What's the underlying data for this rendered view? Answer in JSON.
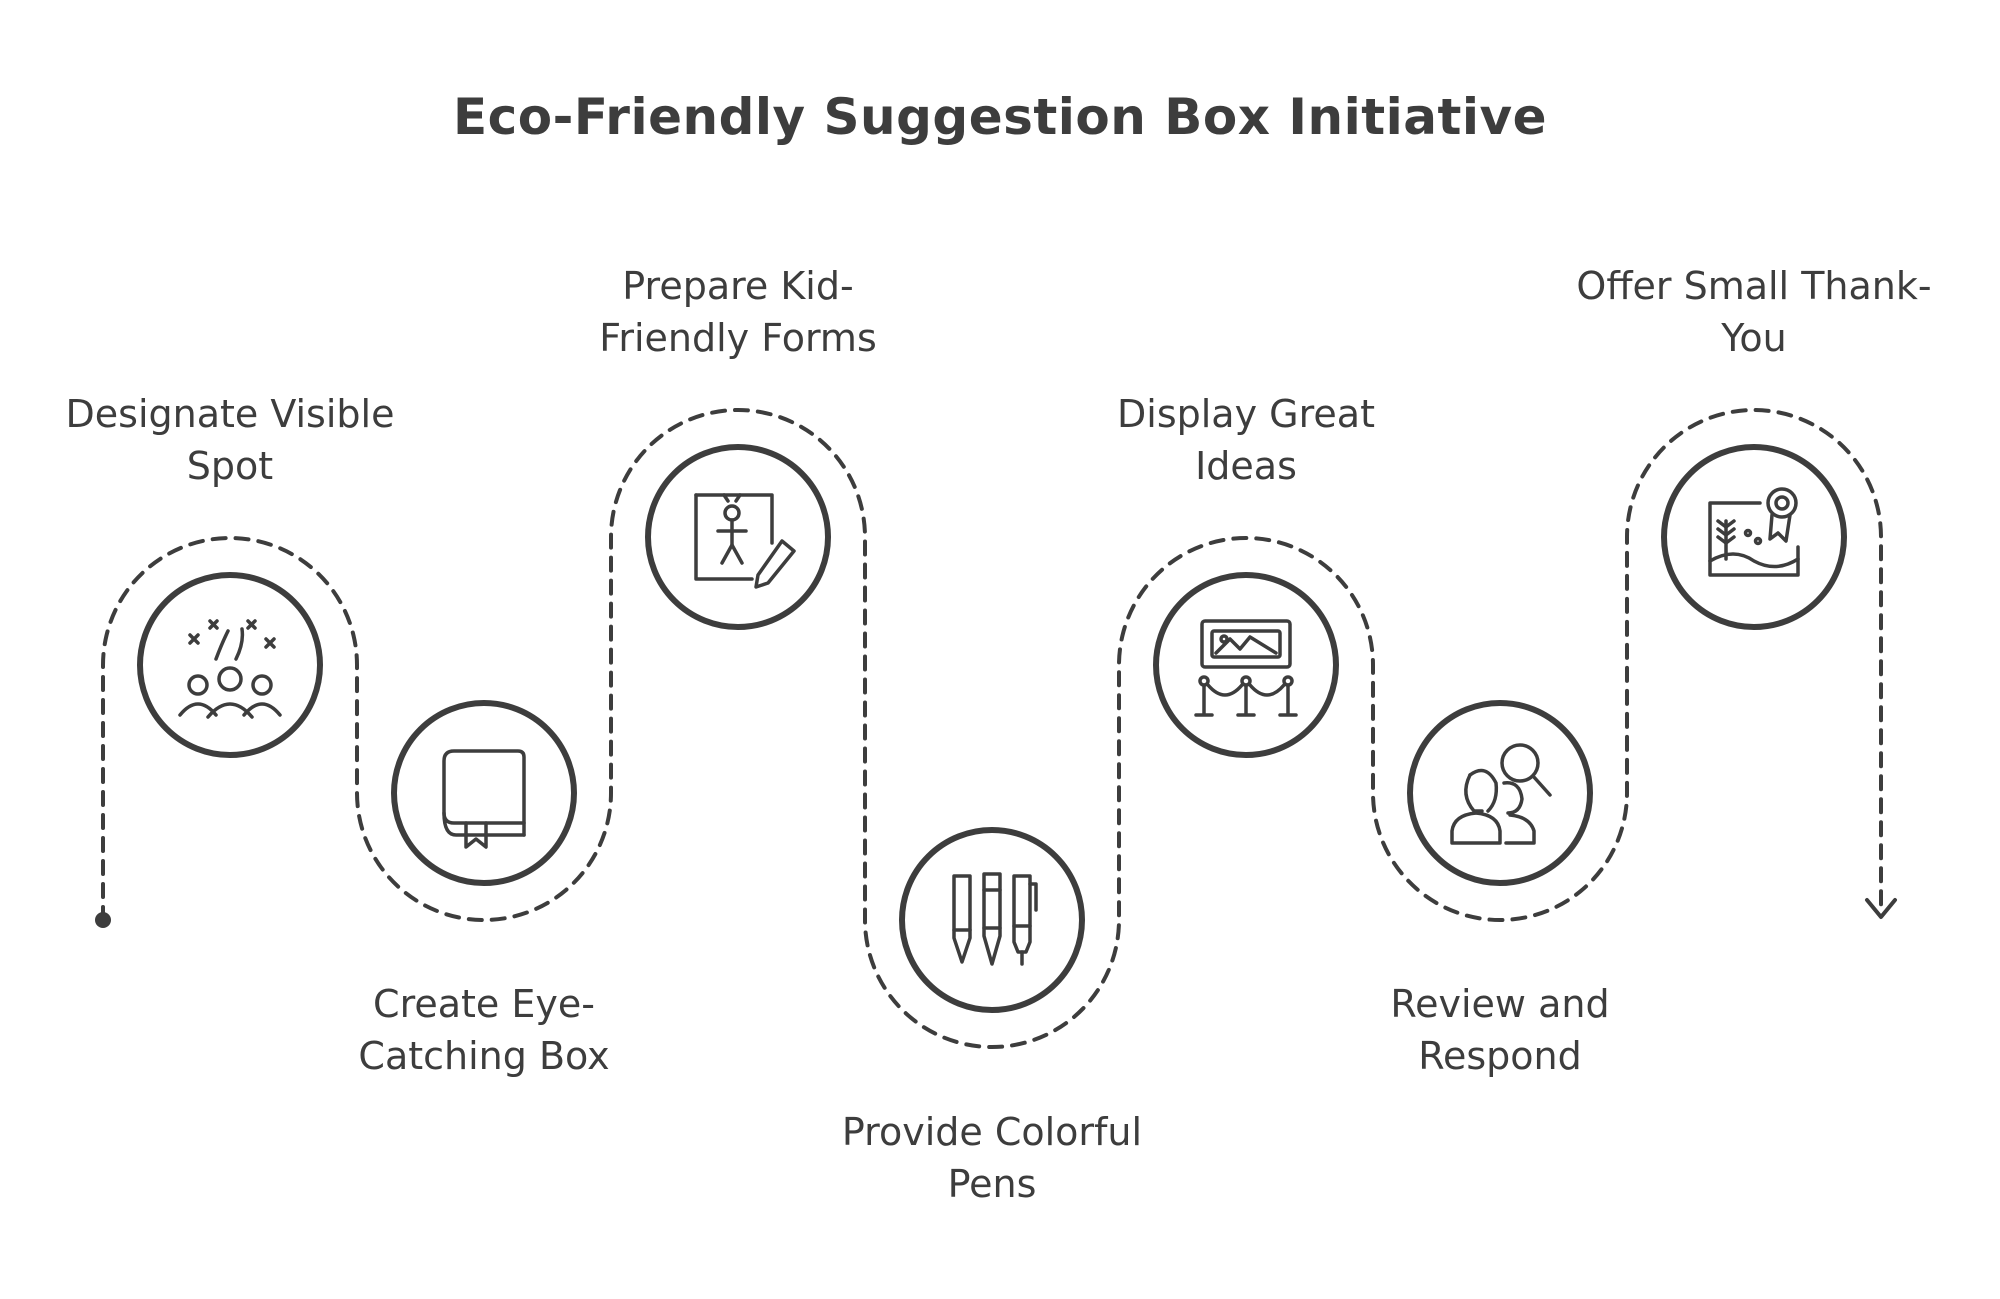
{
  "title": "Eco-Friendly Suggestion Box Initiative",
  "steps": [
    {
      "label": "Designate Visible\nSpot",
      "icon": "crowd-celebration-icon"
    },
    {
      "label": "Create Eye-\nCatching Box",
      "icon": "box-book-icon"
    },
    {
      "label": "Prepare Kid-\nFriendly Forms",
      "icon": "child-drawing-icon"
    },
    {
      "label": "Provide Colorful\nPens",
      "icon": "pens-icon"
    },
    {
      "label": "Display Great\nIdeas",
      "icon": "exhibit-display-icon"
    },
    {
      "label": "Review and\nRespond",
      "icon": "people-search-icon"
    },
    {
      "label": "Offer Small Thank-\nYou",
      "icon": "certificate-award-icon"
    }
  ],
  "colors": {
    "ink": "#3d3d3d",
    "background": "#ffffff"
  }
}
